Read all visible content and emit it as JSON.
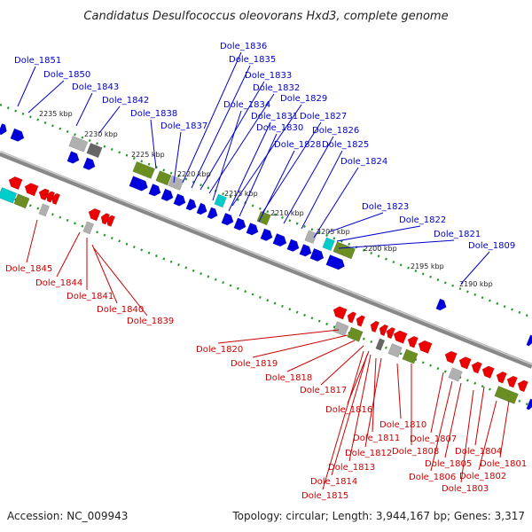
{
  "title": "Candidatus Desulfococcus oleovorans Hxd3, complete genome",
  "accession": "Accession: NC_009943",
  "summary": "Topology: circular; Length: 3,944,167 bp; Genes: 3,317",
  "colors": {
    "forward": "#0000dd",
    "reverse": "#ee0000",
    "cyan": "#00cccc",
    "olive": "#6b8e23",
    "gray": "#b0b0b0",
    "darkgray": "#666666",
    "tick": "#229922",
    "backbone": "#888888"
  },
  "kbp_markers": [
    "2235 kbp",
    "2230 kbp",
    "2225 kbp",
    "2220 kbp",
    "2215 kbp",
    "2210 kbp",
    "2205 kbp",
    "2200 kbp",
    "2195 kbp",
    "2190 kbp"
  ],
  "top_labels": [
    "Dole_1851",
    "Dole_1850",
    "Dole_1843",
    "Dole_1842",
    "Dole_1838",
    "Dole_1837",
    "Dole_1836",
    "Dole_1835",
    "Dole_1833",
    "Dole_1832",
    "Dole_1834",
    "Dole_1829",
    "Dole_1831",
    "Dole_1827",
    "Dole_1830",
    "Dole_1826",
    "Dole_1828",
    "Dole_1825",
    "Dole_1824",
    "Dole_1823",
    "Dole_1822",
    "Dole_1821",
    "Dole_1809"
  ],
  "bottom_labels": [
    "Dole_1845",
    "Dole_1844",
    "Dole_1841",
    "Dole_1840",
    "Dole_1839",
    "Dole_1820",
    "Dole_1819",
    "Dole_1818",
    "Dole_1817",
    "Dole_1816",
    "Dole_1810",
    "Dole_1811",
    "Dole_1807",
    "Dole_1808",
    "Dole_1812",
    "Dole_1804",
    "Dole_1805",
    "Dole_1801",
    "Dole_1813",
    "Dole_1806",
    "Dole_1802",
    "Dole_1814",
    "Dole_1803",
    "Dole_1815"
  ]
}
